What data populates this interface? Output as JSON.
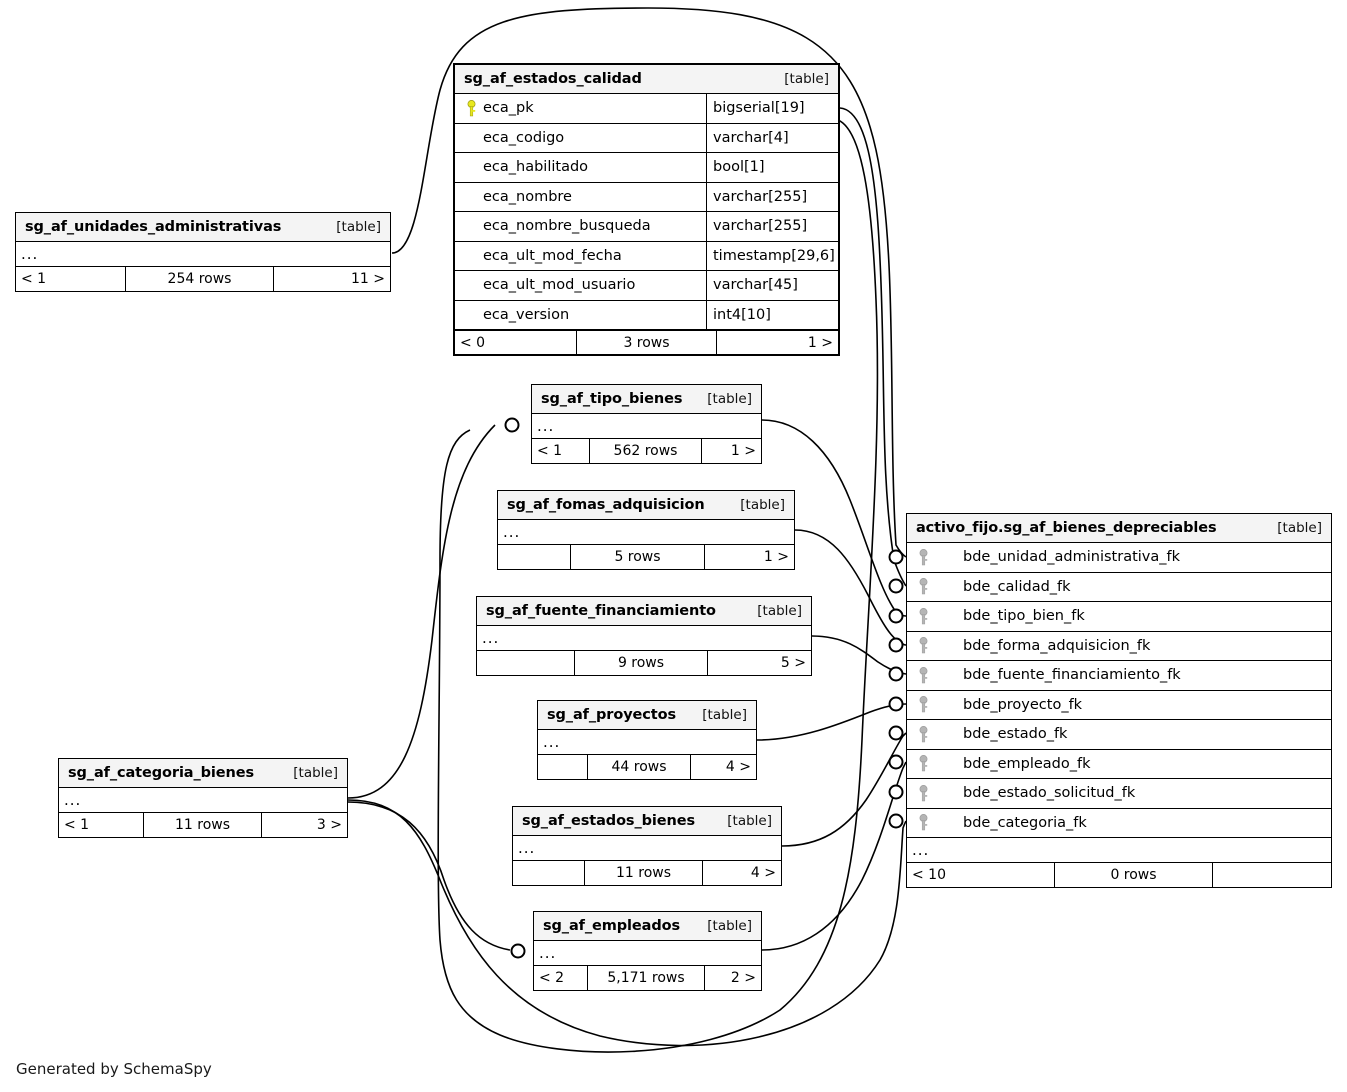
{
  "diagram": {
    "credit": "Generated by SchemaSpy",
    "table_tag": "[table]",
    "ellipsis": "...",
    "colors": {
      "pk_key": "#e8e81e",
      "fk_key": "#b5b5b5",
      "header_bg": "#f4f4f4",
      "line": "#000000"
    }
  },
  "tables": {
    "unidades_administrativas": {
      "name": "sg_af_unidades_administrativas",
      "tag": "[table]",
      "ellipsis": "...",
      "footer": {
        "left": "< 1",
        "mid": "254 rows",
        "right": "11 >"
      }
    },
    "estados_calidad": {
      "name": "sg_af_estados_calidad",
      "tag": "[table]",
      "columns": [
        {
          "key": "pk",
          "name": "eca_pk",
          "type": "bigserial[19]"
        },
        {
          "key": "none",
          "name": "eca_codigo",
          "type": "varchar[4]"
        },
        {
          "key": "none",
          "name": "eca_habilitado",
          "type": "bool[1]"
        },
        {
          "key": "none",
          "name": "eca_nombre",
          "type": "varchar[255]"
        },
        {
          "key": "none",
          "name": "eca_nombre_busqueda",
          "type": "varchar[255]"
        },
        {
          "key": "none",
          "name": "eca_ult_mod_fecha",
          "type": "timestamp[29,6]"
        },
        {
          "key": "none",
          "name": "eca_ult_mod_usuario",
          "type": "varchar[45]"
        },
        {
          "key": "none",
          "name": "eca_version",
          "type": "int4[10]"
        }
      ],
      "footer": {
        "left": "< 0",
        "mid": "3 rows",
        "right": "1 >"
      }
    },
    "tipo_bienes": {
      "name": "sg_af_tipo_bienes",
      "tag": "[table]",
      "ellipsis": "...",
      "footer": {
        "left": "< 1",
        "mid": "562 rows",
        "right": "1 >"
      }
    },
    "fomas_adquisicion": {
      "name": "sg_af_fomas_adquisicion",
      "tag": "[table]",
      "ellipsis": "...",
      "footer": {
        "left": "",
        "mid": "5 rows",
        "right": "1 >"
      }
    },
    "fuente_financiamiento": {
      "name": "sg_af_fuente_financiamiento",
      "tag": "[table]",
      "ellipsis": "...",
      "footer": {
        "left": "",
        "mid": "9 rows",
        "right": "5 >"
      }
    },
    "proyectos": {
      "name": "sg_af_proyectos",
      "tag": "[table]",
      "ellipsis": "...",
      "footer": {
        "left": "",
        "mid": "44 rows",
        "right": "4 >"
      }
    },
    "estados_bienes": {
      "name": "sg_af_estados_bienes",
      "tag": "[table]",
      "ellipsis": "...",
      "footer": {
        "left": "",
        "mid": "11 rows",
        "right": "4 >"
      }
    },
    "empleados": {
      "name": "sg_af_empleados",
      "tag": "[table]",
      "ellipsis": "...",
      "footer": {
        "left": "< 2",
        "mid": "5,171 rows",
        "right": "2 >"
      }
    },
    "categoria_bienes": {
      "name": "sg_af_categoria_bienes",
      "tag": "[table]",
      "ellipsis": "...",
      "footer": {
        "left": "< 1",
        "mid": "11 rows",
        "right": "3 >"
      }
    },
    "bienes_depreciables": {
      "name": "activo_fijo.sg_af_bienes_depreciables",
      "tag": "[table]",
      "ellipsis": "...",
      "columns": [
        {
          "key": "fk",
          "name": "bde_unidad_administrativa_fk"
        },
        {
          "key": "fk",
          "name": "bde_calidad_fk"
        },
        {
          "key": "fk",
          "name": "bde_tipo_bien_fk"
        },
        {
          "key": "fk",
          "name": "bde_forma_adquisicion_fk"
        },
        {
          "key": "fk",
          "name": "bde_fuente_financiamiento_fk"
        },
        {
          "key": "fk",
          "name": "bde_proyecto_fk"
        },
        {
          "key": "fk",
          "name": "bde_estado_fk"
        },
        {
          "key": "fk",
          "name": "bde_empleado_fk"
        },
        {
          "key": "fk",
          "name": "bde_estado_solicitud_fk"
        },
        {
          "key": "fk",
          "name": "bde_categoria_fk"
        }
      ],
      "footer": {
        "left": "< 10",
        "mid": "0 rows",
        "right": ""
      }
    }
  }
}
